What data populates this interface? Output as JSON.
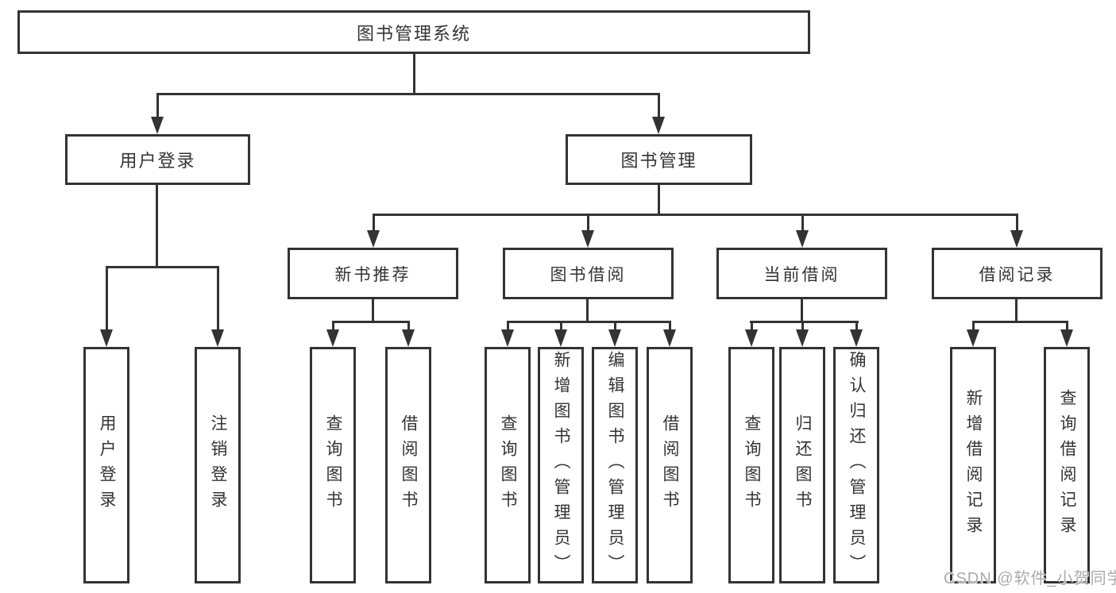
{
  "diagram": {
    "title": "图书管理系统",
    "root": {
      "label": "图书管理系统"
    },
    "level2": [
      {
        "label": "用户登录"
      },
      {
        "label": "图书管理"
      }
    ],
    "level3": [
      {
        "label": "新书推荐",
        "parent": "图书管理"
      },
      {
        "label": "图书借阅",
        "parent": "图书管理"
      },
      {
        "label": "当前借阅",
        "parent": "图书管理"
      },
      {
        "label": "借阅记录",
        "parent": "图书管理"
      }
    ],
    "leaves": [
      {
        "label": "用户登录",
        "parent": "用户登录"
      },
      {
        "label": "注销登录",
        "parent": "用户登录"
      },
      {
        "label": "查询图书",
        "parent": "新书推荐"
      },
      {
        "label": "借阅图书",
        "parent": "新书推荐"
      },
      {
        "label": "查询图书",
        "parent": "图书借阅"
      },
      {
        "label": "新增图书（管理员）",
        "parent": "图书借阅"
      },
      {
        "label": "编辑图书（管理员）",
        "parent": "图书借阅"
      },
      {
        "label": "借阅图书",
        "parent": "图书借阅"
      },
      {
        "label": "查询图书",
        "parent": "当前借阅"
      },
      {
        "label": "归还图书",
        "parent": "当前借阅"
      },
      {
        "label": "确认归还（管理员）",
        "parent": "当前借阅"
      },
      {
        "label": "新增借阅记录",
        "parent": "借阅记录"
      },
      {
        "label": "查询借阅记录",
        "parent": "借阅记录"
      }
    ]
  },
  "watermark": {
    "text": "CSDN @软件_小贺同学"
  },
  "colors": {
    "line": "#333333",
    "text": "#333333",
    "box_fill": "#ffffff",
    "background": "#ffffff",
    "watermark": "#ababab"
  }
}
